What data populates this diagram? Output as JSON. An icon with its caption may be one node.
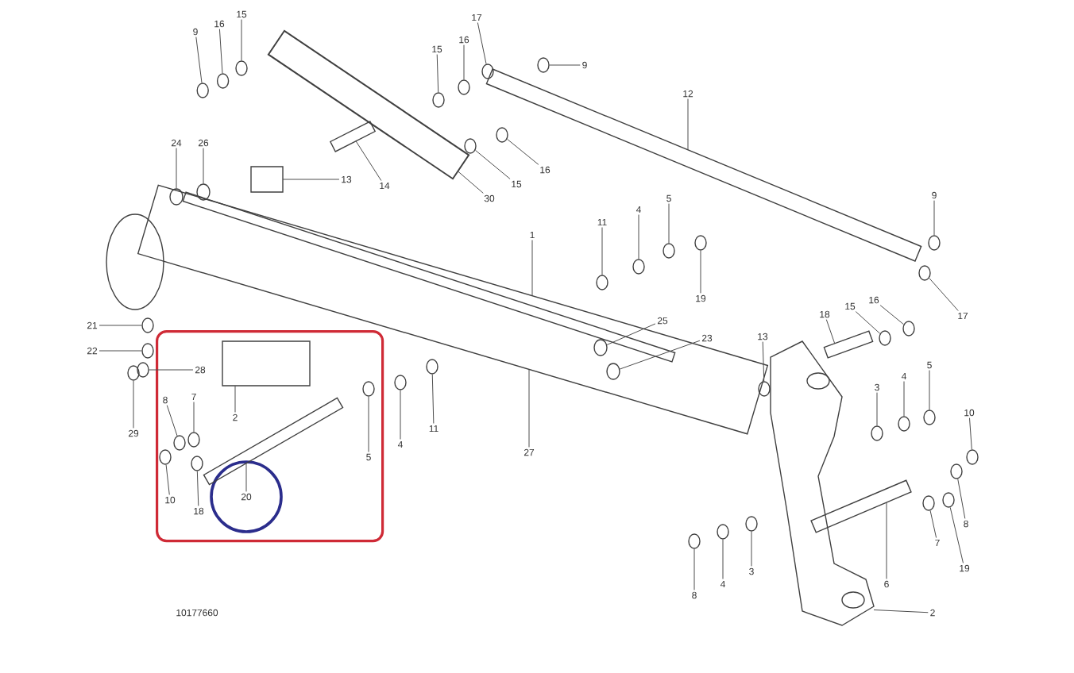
{
  "diagram": {
    "nodes": [
      {
        "text": [],
        "shape": "box"
      },
      {
        "text": [],
        "shape": "circle",
        "in": 0
      },
      {
        "text": [
          "9"
        ]
      },
      {
        "text": [
          "16"
        ]
      },
      {
        "text": [
          "15"
        ]
      },
      {
        "text": [
          "17"
        ]
      },
      {
        "text": [
          "16"
        ]
      },
      {
        "text": [
          "15"
        ]
      },
      {
        "text": [
          "9"
        ]
      },
      {
        "text": [
          "12"
        ]
      },
      {
        "text": [
          "24"
        ]
      },
      {
        "text": [
          "26"
        ]
      },
      {
        "text": [
          "16"
        ]
      },
      {
        "text": [
          "13"
        ]
      },
      {
        "text": [
          "15"
        ]
      },
      {
        "text": [
          "14"
        ]
      },
      {
        "text": [
          "30"
        ]
      },
      {
        "text": [
          "9"
        ]
      },
      {
        "text": [
          "5"
        ]
      },
      {
        "text": [
          "4"
        ]
      },
      {
        "text": [
          "11"
        ]
      },
      {
        "text": [
          "1"
        ]
      },
      {
        "text": [
          "19"
        ]
      },
      {
        "text": [
          "16"
        ]
      },
      {
        "text": [
          "15"
        ]
      },
      {
        "text": [
          "17"
        ]
      },
      {
        "text": [
          "18"
        ]
      },
      {
        "text": [
          "25"
        ]
      },
      {
        "text": [
          "21"
        ]
      },
      {
        "text": [
          "13"
        ]
      },
      {
        "text": [
          "23"
        ]
      },
      {
        "text": [
          "22"
        ]
      },
      {
        "text": [
          "5"
        ]
      },
      {
        "text": [
          "28"
        ],
        "in": 0
      },
      {
        "text": [
          "4"
        ]
      },
      {
        "text": [
          "3"
        ]
      },
      {
        "text": [
          "8"
        ],
        "in": 0
      },
      {
        "text": [
          "7"
        ],
        "in": 0
      },
      {
        "text": [
          "2"
        ],
        "in": 0
      },
      {
        "text": [
          "10"
        ]
      },
      {
        "text": [
          "11"
        ]
      },
      {
        "text": [
          "29"
        ]
      },
      {
        "text": [
          "4"
        ]
      },
      {
        "text": [
          "27"
        ]
      },
      {
        "text": [
          "5"
        ],
        "in": 0
      },
      {
        "text": [
          "20"
        ],
        "in": 1
      },
      {
        "text": [
          "10"
        ],
        "in": 0
      },
      {
        "text": [
          "18"
        ],
        "in": 0
      },
      {
        "text": [
          "8"
        ]
      },
      {
        "text": [
          "7"
        ]
      },
      {
        "text": [
          "19"
        ]
      },
      {
        "text": [
          "3"
        ]
      },
      {
        "text": [
          "6"
        ]
      },
      {
        "text": [
          "4"
        ]
      },
      {
        "text": [
          "8"
        ]
      },
      {
        "text": [
          "2"
        ]
      },
      {
        "text": [],
        "shape": "bar"
      },
      {
        "text": [],
        "shape": "cylinder"
      },
      {
        "text": [],
        "shape": "bar"
      },
      {
        "text": [],
        "shape": "circle",
        "in": 62
      },
      {
        "text": [],
        "shape": "circle"
      },
      {
        "text": [],
        "shape": "box"
      },
      {
        "text": [],
        "shape": "bar"
      },
      {
        "text": [],
        "shape": "circle",
        "in": 62
      },
      {
        "text": [],
        "shape": "circle",
        "in": 62
      },
      {
        "text": [],
        "shape": "bar"
      },
      {
        "text": [],
        "shape": "picture"
      },
      {
        "text": [],
        "shape": "bar"
      },
      {
        "text": [],
        "shape": "box",
        "in": 0
      },
      {
        "text": [],
        "shape": "bar",
        "in": 0
      },
      {
        "text": [],
        "shape": "circle"
      },
      {
        "text": [],
        "shape": "circle"
      },
      {
        "text": [],
        "shape": "circle"
      },
      {
        "text": [],
        "shape": "circle"
      },
      {
        "text": [],
        "shape": "circle"
      },
      {
        "text": [],
        "shape": "circle"
      },
      {
        "text": [],
        "shape": "circle"
      },
      {
        "text": [],
        "shape": "circle"
      },
      {
        "text": [],
        "shape": "circle"
      },
      {
        "text": [],
        "shape": "circle"
      },
      {
        "text": [],
        "shape": "circle"
      },
      {
        "text": [],
        "shape": "circle"
      },
      {
        "text": [],
        "shape": "circle"
      },
      {
        "text": [],
        "shape": "circle"
      },
      {
        "text": [],
        "shape": "circle"
      },
      {
        "text": [],
        "shape": "circle"
      },
      {
        "text": [],
        "shape": "circle"
      },
      {
        "text": [],
        "shape": "circle"
      },
      {
        "text": [],
        "shape": "circle"
      },
      {
        "text": [],
        "shape": "circle"
      },
      {
        "text": [],
        "shape": "circle"
      },
      {
        "text": [],
        "shape": "circle"
      },
      {
        "text": [],
        "shape": "circle"
      },
      {
        "text": [],
        "shape": "circle"
      },
      {
        "text": [],
        "shape": "circle",
        "in": 0
      },
      {
        "text": [],
        "shape": "circle",
        "in": 0
      },
      {
        "text": [],
        "shape": "circle"
      },
      {
        "text": [],
        "shape": "circle"
      },
      {
        "text": [],
        "shape": "circle"
      },
      {
        "text": [],
        "shape": "circle"
      },
      {
        "text": [],
        "shape": "circle",
        "in": 0
      },
      {
        "text": [],
        "shape": "circle",
        "in": 0
      },
      {
        "text": [],
        "shape": "circle",
        "in": 0
      },
      {
        "text": [],
        "shape": "circle"
      },
      {
        "text": [],
        "shape": "circle"
      },
      {
        "text": [],
        "shape": "circle"
      },
      {
        "text": [],
        "shape": "circle"
      },
      {
        "text": [],
        "shape": "circle"
      },
      {
        "text": [],
        "shape": "circle"
      },
      {
        "text": [],
        "shape": "bar",
        "in": 62
      }
    ],
    "edges": [
      {
        "from": 2,
        "to": 70,
        "arrow": "none"
      },
      {
        "from": 3,
        "to": 71,
        "arrow": "none"
      },
      {
        "from": 4,
        "to": 72,
        "arrow": "none"
      },
      {
        "from": 5,
        "to": 73,
        "arrow": "none"
      },
      {
        "from": 6,
        "to": 74,
        "arrow": "none"
      },
      {
        "from": 7,
        "to": 75,
        "arrow": "none"
      },
      {
        "from": 8,
        "to": 76,
        "arrow": "none"
      },
      {
        "from": 9,
        "to": 56,
        "arrow": "none"
      },
      {
        "from": 10,
        "to": 59,
        "arrow": "none"
      },
      {
        "from": 11,
        "to": 60,
        "arrow": "none"
      },
      {
        "from": 12,
        "to": 77,
        "arrow": "none"
      },
      {
        "from": 13,
        "to": 61,
        "arrow": "none"
      },
      {
        "from": 14,
        "to": 78,
        "arrow": "none"
      },
      {
        "from": 15,
        "to": 58,
        "arrow": "none"
      },
      {
        "from": 16,
        "to": 57,
        "arrow": "none"
      },
      {
        "from": 17,
        "to": 79,
        "arrow": "none"
      },
      {
        "from": 18,
        "to": 80,
        "arrow": "none"
      },
      {
        "from": 19,
        "to": 81,
        "arrow": "none"
      },
      {
        "from": 20,
        "to": 82,
        "arrow": "none"
      },
      {
        "from": 21,
        "to": 62,
        "arrow": "none"
      },
      {
        "from": 22,
        "to": 83,
        "arrow": "none"
      },
      {
        "from": 23,
        "to": 84,
        "arrow": "none"
      },
      {
        "from": 24,
        "to": 85,
        "arrow": "none"
      },
      {
        "from": 25,
        "to": 86,
        "arrow": "none"
      },
      {
        "from": 26,
        "to": 65,
        "arrow": "none"
      },
      {
        "from": 27,
        "to": 63,
        "arrow": "none"
      },
      {
        "from": 28,
        "to": 87,
        "arrow": "none"
      },
      {
        "from": 29,
        "to": 88,
        "arrow": "none"
      },
      {
        "from": 30,
        "to": 64,
        "arrow": "none"
      },
      {
        "from": 31,
        "to": 89,
        "arrow": "none"
      },
      {
        "from": 32,
        "to": 90,
        "arrow": "none"
      },
      {
        "from": 33,
        "to": 91,
        "arrow": "none"
      },
      {
        "from": 34,
        "to": 92,
        "arrow": "none"
      },
      {
        "from": 35,
        "to": 93,
        "arrow": "none"
      },
      {
        "from": 36,
        "to": 94,
        "arrow": "none"
      },
      {
        "from": 37,
        "to": 95,
        "arrow": "none"
      },
      {
        "from": 38,
        "to": 68,
        "arrow": "none"
      },
      {
        "from": 39,
        "to": 96,
        "arrow": "none"
      },
      {
        "from": 40,
        "to": 97,
        "arrow": "none"
      },
      {
        "from": 41,
        "to": 98,
        "arrow": "none"
      },
      {
        "from": 42,
        "to": 99,
        "arrow": "none"
      },
      {
        "from": 43,
        "to": 62,
        "arrow": "none"
      },
      {
        "from": 44,
        "to": 100,
        "arrow": "none"
      },
      {
        "from": 45,
        "to": 69,
        "arrow": "none"
      },
      {
        "from": 46,
        "to": 101,
        "arrow": "none"
      },
      {
        "from": 47,
        "to": 102,
        "arrow": "none"
      },
      {
        "from": 48,
        "to": 103,
        "arrow": "none"
      },
      {
        "from": 49,
        "to": 104,
        "arrow": "none"
      },
      {
        "from": 50,
        "to": 105,
        "arrow": "none"
      },
      {
        "from": 51,
        "to": 106,
        "arrow": "none"
      },
      {
        "from": 52,
        "to": 67,
        "arrow": "none"
      },
      {
        "from": 53,
        "to": 107,
        "arrow": "none"
      },
      {
        "from": 54,
        "to": 108,
        "arrow": "none"
      },
      {
        "from": 55,
        "to": 66,
        "arrow": "none"
      }
    ],
    "labels": [
      "10177660"
    ]
  }
}
